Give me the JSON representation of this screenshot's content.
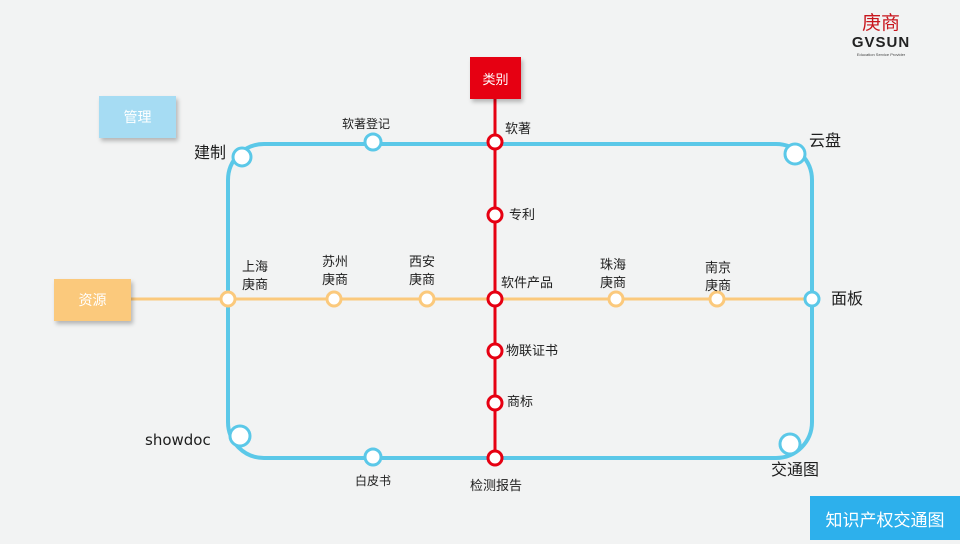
{
  "boxes": {
    "management": "管理",
    "resources": "资源",
    "category": "类别"
  },
  "title": "知识产权交通图",
  "logo": {
    "chinese": "庚商",
    "brand": "GVSUN",
    "tagline": "Education Service Provider"
  },
  "colors": {
    "loop_line": "#5bc8e8",
    "resource_line": "#fbc97c",
    "category_line": "#e60012",
    "management_box": "#a6dcf3",
    "resource_box": "#fbc97c",
    "category_box": "#e60012",
    "title_box": "#2db0ec"
  },
  "stations": {
    "loop": [
      {
        "id": "jianzhi",
        "label": "建制"
      },
      {
        "id": "ruanzhu-dengji",
        "label": "软著登记"
      },
      {
        "id": "yunpan",
        "label": "云盘"
      },
      {
        "id": "mianban",
        "label": "面板"
      },
      {
        "id": "jiaotongtu",
        "label": "交通图"
      },
      {
        "id": "baipishu",
        "label": "白皮书"
      },
      {
        "id": "showdoc",
        "label": "showdoc"
      }
    ],
    "resource": [
      {
        "id": "shanghai",
        "label": [
          "上海",
          "庚商"
        ]
      },
      {
        "id": "suzhou",
        "label": [
          "苏州",
          "庚商"
        ]
      },
      {
        "id": "xian",
        "label": [
          "西安",
          "庚商"
        ]
      },
      {
        "id": "zhuhai",
        "label": [
          "珠海",
          "庚商"
        ]
      },
      {
        "id": "nanjing",
        "label": [
          "南京",
          "庚商"
        ]
      }
    ],
    "category": [
      {
        "id": "ruanzhu",
        "label": "软著"
      },
      {
        "id": "zhuanli",
        "label": "专利"
      },
      {
        "id": "ruanjian-chanpin",
        "label": "软件产品"
      },
      {
        "id": "wulian-zhengshu",
        "label": "物联证书"
      },
      {
        "id": "shangbiao",
        "label": "商标"
      },
      {
        "id": "jiance-baogao",
        "label": "检测报告"
      }
    ]
  }
}
